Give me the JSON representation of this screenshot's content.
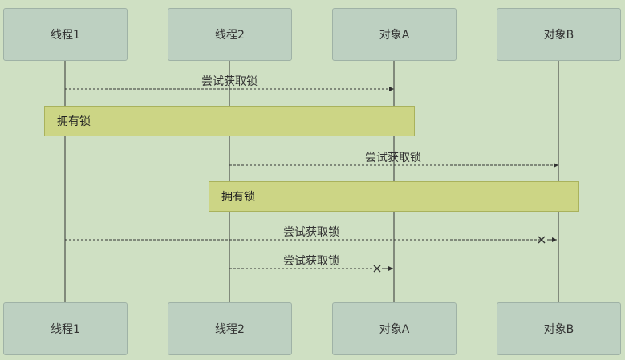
{
  "participants": [
    {
      "id": "t1",
      "label": "线程1"
    },
    {
      "id": "t2",
      "label": "线程2"
    },
    {
      "id": "a",
      "label": "对象A"
    },
    {
      "id": "b",
      "label": "对象B"
    }
  ],
  "messages": [
    {
      "from": "线程1",
      "to": "对象A",
      "label": "尝试获取锁",
      "blocked": false
    },
    {
      "from": "线程2",
      "to": "对象B",
      "label": "尝试获取锁",
      "blocked": false
    },
    {
      "from": "线程1",
      "to": "对象B",
      "label": "尝试获取锁",
      "blocked": true
    },
    {
      "from": "线程2",
      "to": "对象A",
      "label": "尝试获取锁",
      "blocked": true
    }
  ],
  "notes": [
    {
      "label": "拥有锁",
      "from": "线程1",
      "to": "对象A"
    },
    {
      "label": "拥有锁",
      "from": "线程2",
      "to": "对象B"
    }
  ],
  "colors": {
    "background": "#cfe0c3",
    "participant_fill": "#bdd0c1",
    "note_fill": "#ccd585",
    "line": "#333333"
  }
}
